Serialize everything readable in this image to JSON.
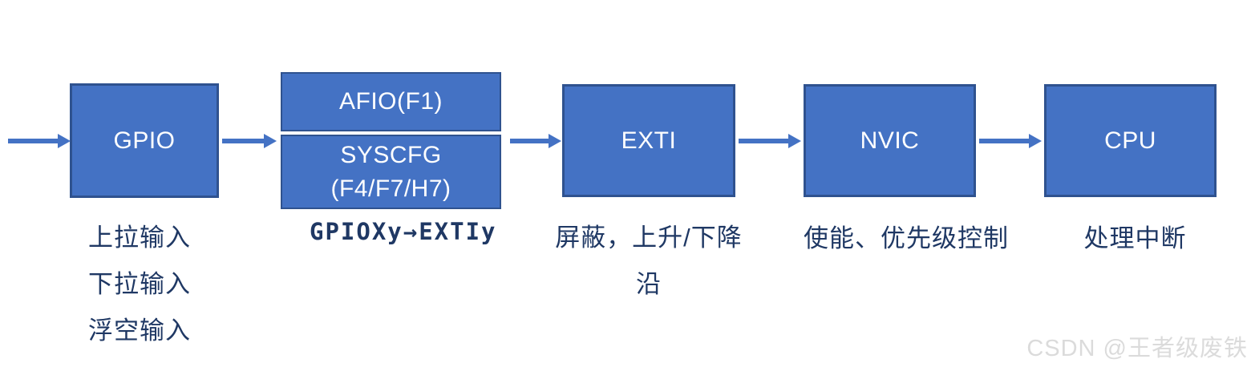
{
  "diagram": {
    "boxes": [
      {
        "id": "gpio",
        "label": "GPIO"
      },
      {
        "id": "afio",
        "label": "AFIO(F1)"
      },
      {
        "id": "syscfg",
        "label_line1": "SYSCFG",
        "label_line2": "(F4/F7/H7)"
      },
      {
        "id": "exti",
        "label": "EXTI"
      },
      {
        "id": "nvic",
        "label": "NVIC"
      },
      {
        "id": "cpu",
        "label": "CPU"
      }
    ],
    "annotations": {
      "gpio": [
        "上拉输入",
        "下拉输入",
        "浮空输入"
      ],
      "afio": "GPIOXy→EXTIy",
      "exti_line1": "屏蔽，上升/下降",
      "exti_line2": "沿",
      "nvic": "使能、优先级控制",
      "cpu": "处理中断"
    },
    "colors": {
      "box_fill": "#4472C4",
      "box_border": "#2F528F",
      "box_text": "#FFFFFF",
      "annotation_text": "#1F3864",
      "arrow": "#4472C4",
      "watermark_text": "#DBDBDB"
    }
  },
  "watermark": {
    "text": "CSDN @王者级废铁"
  }
}
